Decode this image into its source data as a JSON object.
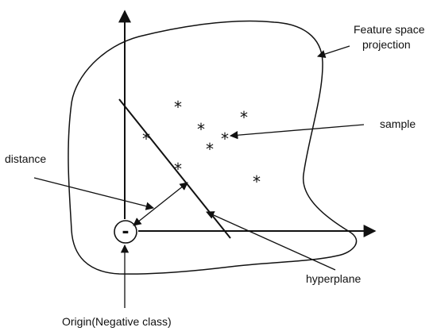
{
  "labels": {
    "feature_space_line1": "Feature space",
    "feature_space_line2": "projection",
    "sample": "sample",
    "distance": "distance",
    "hyperplane": "hyperplane",
    "origin": "Origin(Negative class)",
    "origin_symbol": "-",
    "sample_symbol": "*"
  },
  "colors": {
    "ink": "#111111",
    "background": "#ffffff"
  }
}
